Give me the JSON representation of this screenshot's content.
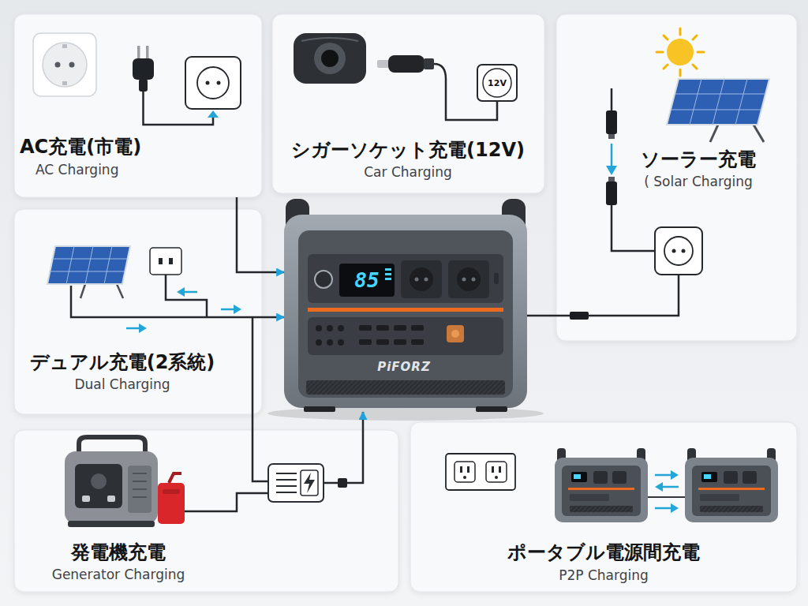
{
  "diagram": {
    "nodes": [
      {
        "text": [
          "AC充電(市電)",
          "AC Charging"
        ]
      },
      {
        "text": [
          "シガーソケット充電(12V)",
          "Car Charging"
        ]
      },
      {
        "text": [
          "ソーラー充電",
          "( Solar Charging"
        ]
      },
      {
        "text": [
          "デュアル充電(2系統)",
          "Dual Charging"
        ]
      },
      {
        "text": [
          "85",
          "PiFORZ"
        ]
      },
      {
        "text": [
          "発電機充電",
          "Generator Charging"
        ]
      },
      {
        "text": [
          "ポータブル電源間充電",
          "P2P Charging"
        ]
      }
    ],
    "edges": [
      {
        "from": 0,
        "to": 4,
        "arrow": "to"
      },
      {
        "from": 2,
        "to": 4,
        "arrow": "none"
      },
      {
        "from": 3,
        "to": 4,
        "arrow": "to"
      },
      {
        "from": 5,
        "to": 4,
        "arrow": "to"
      }
    ],
    "labels": [
      "12V"
    ]
  }
}
